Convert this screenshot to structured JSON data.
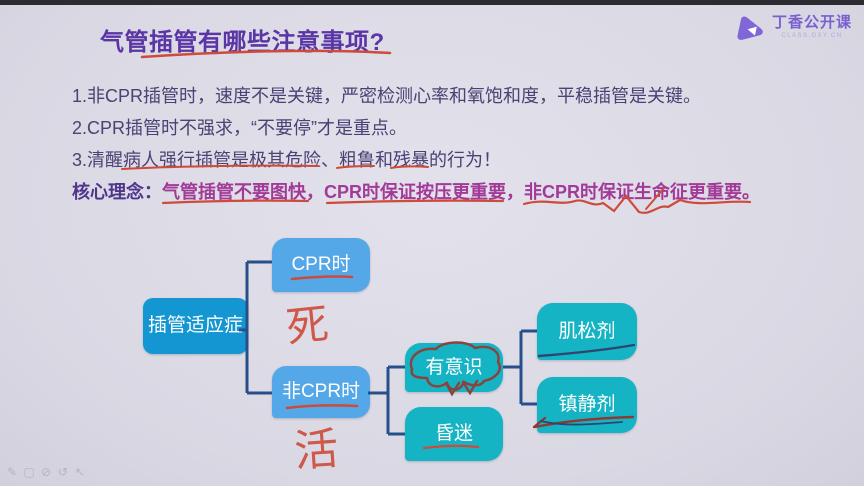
{
  "logo": {
    "brand": "丁香公开课",
    "sub": "CLASS.DXY.CN"
  },
  "slide": {
    "title": "气管插管有哪些注意事项?",
    "points": [
      "1.非CPR插管时，速度不是关键，严密检测心率和氧饱和度，平稳插管是关键。",
      "2.CPR插管时不强求，“不要停”才是重点。",
      "3.清醒病人强行插管是极其危险、粗鲁和残暴的行为！"
    ],
    "core": {
      "label": "核心理念：",
      "text": "气管插管不要图快，CPR时保证按压更重要，非CPR时保证生命征更重要。"
    }
  },
  "diagram": {
    "root": "插管适应症",
    "cpr": "CPR时",
    "noncpr": "非CPR时",
    "conscious": "有意识",
    "coma": "昏迷",
    "muscle": "肌松剂",
    "sedative": "镇静剂"
  },
  "annotations": {
    "cpr_note": "死",
    "noncpr_note": "活"
  },
  "toolbar": {
    "icons": [
      {
        "name": "pen-icon",
        "glyph": "✎"
      },
      {
        "name": "highlighter-icon",
        "glyph": "▢"
      },
      {
        "name": "shape-circle-icon",
        "glyph": "⊘"
      },
      {
        "name": "undo-icon",
        "glyph": "↺"
      },
      {
        "name": "cursor-icon",
        "glyph": "↖"
      }
    ]
  },
  "colors": {
    "bg": "#dad8e3",
    "bg-light": "#e3e1eb",
    "bg-dark": "#d2d0dc",
    "topbar": "#2b2b31",
    "title-purple": "#5a35a5",
    "body-text": "#4c4074",
    "core-label": "#50358c",
    "core-text": "#a23a98",
    "red": "#cd4b3a",
    "dark-red": "#8e3a33",
    "maroon": "#8a4440",
    "navy": "#27508a",
    "ink-navy": "#2e4570",
    "box-blue-dark": "#1496d2",
    "box-blue-light": "#55a8e8",
    "box-teal": "#15b4c4",
    "logo-purple": "#7a5fd0",
    "logo-sub": "#b3a6dd",
    "icon-grey": "#b6b3c2"
  }
}
